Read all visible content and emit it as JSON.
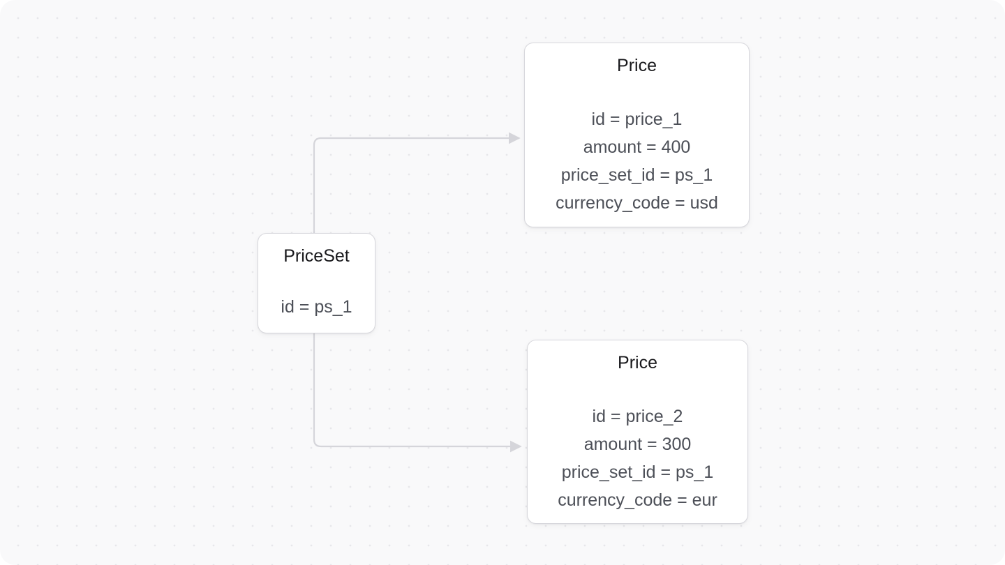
{
  "canvas": {
    "background_color": "#f9f9fa",
    "dot_color": "#e7e7ea",
    "edge_color": "#d5d5da",
    "title_color": "#18181b",
    "body_text_color": "#4c4f57",
    "node_border_color": "#d7d7dc",
    "node_background": "#ffffff"
  },
  "nodes": [
    {
      "id": "price-1",
      "title": "Price",
      "rows": [
        "id = price_1",
        "amount = 400",
        "price_set_id = ps_1",
        "currency_code = usd"
      ]
    },
    {
      "id": "price-set",
      "title": "PriceSet",
      "rows": [
        "id = ps_1"
      ]
    },
    {
      "id": "price-2",
      "title": "Price",
      "rows": [
        "id = price_2",
        "amount = 300",
        "price_set_id = ps_1",
        "currency_code = eur"
      ]
    }
  ],
  "edges": [
    {
      "id": "edge-priceset-to-price-1",
      "from": "price-set",
      "to": "price-1",
      "arrow": "triangle"
    },
    {
      "id": "edge-priceset-to-price-2",
      "from": "price-set",
      "to": "price-2",
      "arrow": "triangle"
    }
  ]
}
